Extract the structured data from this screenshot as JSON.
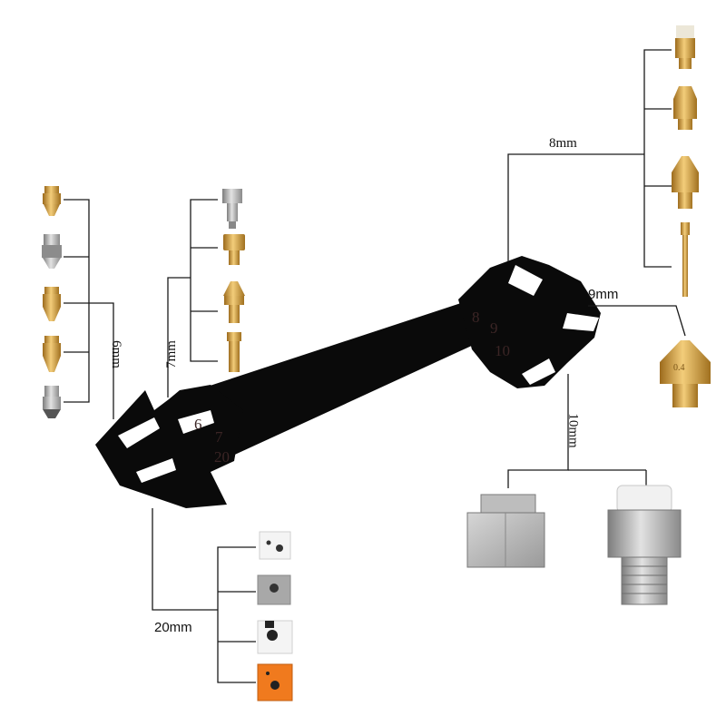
{
  "colors": {
    "wrench": "#0a0a0a",
    "brass": "#d9a441",
    "steel": "#a8a8a8",
    "orange_block": "#f07a1e",
    "engraving": "#3b2525"
  },
  "wrench_numbers": {
    "small_end": [
      "6",
      "7",
      "20"
    ],
    "large_end": [
      "8",
      "9",
      "10"
    ]
  },
  "labels": {
    "size_6": "6mm",
    "size_7": "7mm",
    "size_8": "8mm",
    "size_9": "9mm",
    "size_10": "10mm",
    "size_20": "20mm"
  },
  "nozzle_markings": {
    "size_9_nozzle": "0.4"
  }
}
